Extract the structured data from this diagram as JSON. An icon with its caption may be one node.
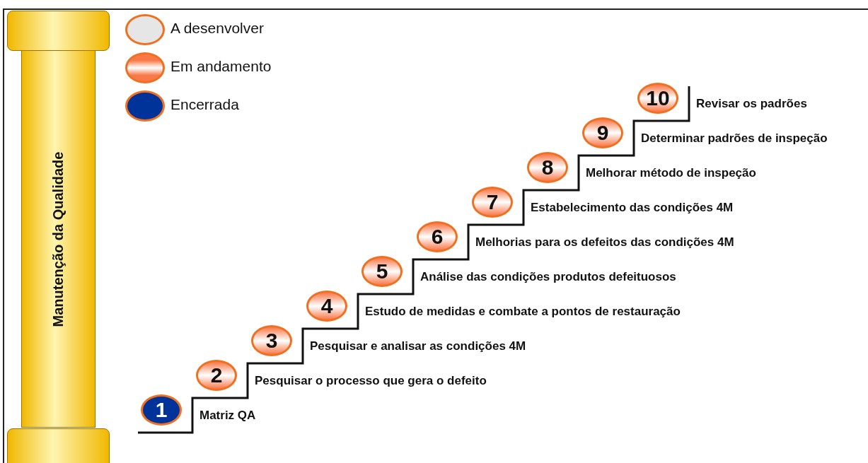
{
  "diagram": {
    "nodes": [
      {
        "text": [
          "Manutenção da Qualidade"
        ]
      },
      {
        "text": [
          "1"
        ],
        "beside": [
          "Matriz QA"
        ]
      },
      {
        "text": [
          "2"
        ],
        "beside": [
          "Pesquisar o processo que gera o defeito"
        ]
      },
      {
        "text": [
          "3"
        ],
        "beside": [
          "Pesquisar e analisar as condições 4M"
        ]
      },
      {
        "text": [
          "4"
        ],
        "beside": [
          "Estudo de medidas e combate a pontos de restauração"
        ]
      },
      {
        "text": [
          "5"
        ],
        "beside": [
          "Análise das condições produtos defeituosos"
        ]
      },
      {
        "text": [
          "6"
        ],
        "beside": [
          "Melhorias para os defeitos das condições 4M"
        ]
      },
      {
        "text": [
          "7"
        ],
        "beside": [
          "Estabelecimento das condições 4M"
        ]
      },
      {
        "text": [
          "8"
        ],
        "beside": [
          "Melhorar método de inspeção"
        ]
      },
      {
        "text": [
          "9"
        ],
        "beside": [
          "Determinar padrões de inspeção"
        ]
      },
      {
        "text": [
          "10"
        ],
        "beside": [
          "Revisar os padrões"
        ]
      },
      {
        "text": [],
        "shape": "box"
      },
      {
        "text": [],
        "shape": "box"
      }
    ],
    "edges": [],
    "legend": [
      {
        "text": "A desenvolver",
        "color": "#e6e6e6"
      },
      {
        "text": "Em andamento",
        "color": "#f87848"
      },
      {
        "text": "Encerrada",
        "color": "#003399"
      }
    ]
  }
}
